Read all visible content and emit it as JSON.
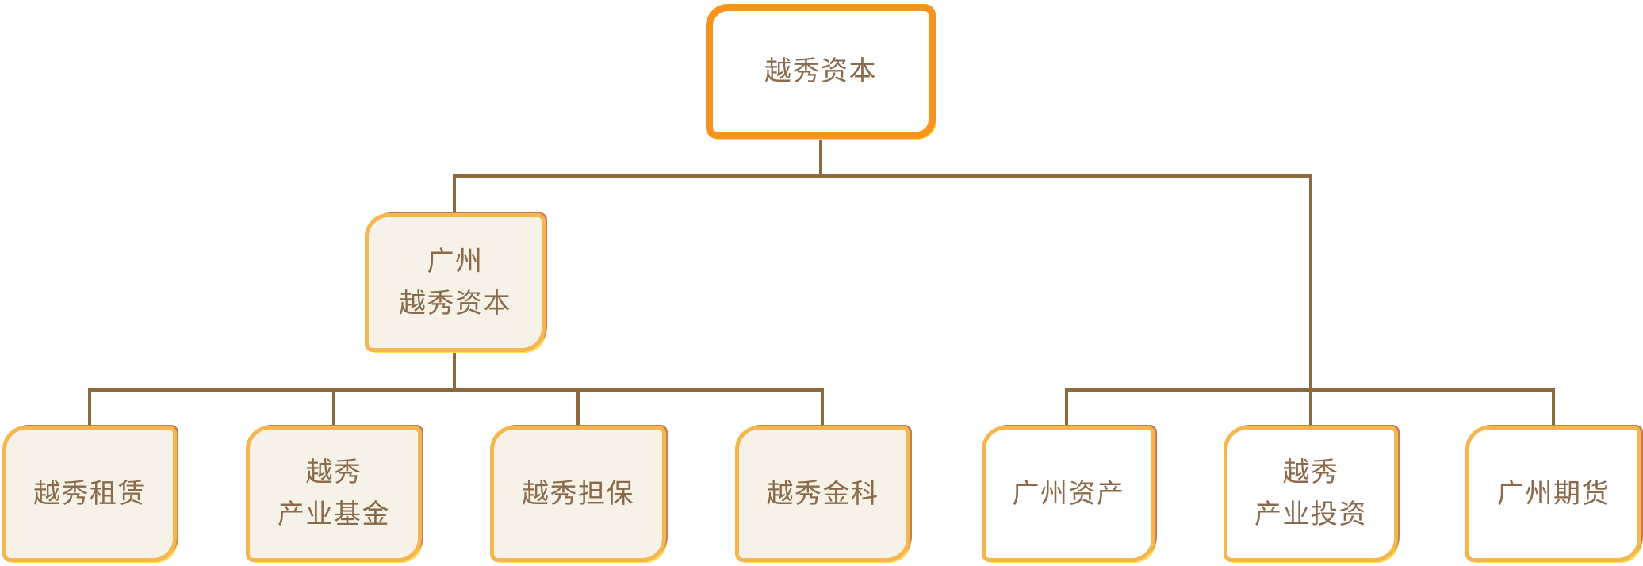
{
  "org_chart": {
    "nodes": {
      "root": {
        "label": "越秀资本"
      },
      "gz_yuexiu_capital": {
        "label": "广州\n越秀资本"
      },
      "yuexiu_leasing": {
        "label": "越秀租赁"
      },
      "yuexiu_industrial_fund": {
        "label": "越秀\n产业基金"
      },
      "yuexiu_guarantee": {
        "label": "越秀担保"
      },
      "yuexiu_fintech": {
        "label": "越秀金科"
      },
      "guangzhou_asset": {
        "label": "广州资产"
      },
      "yuexiu_industrial_investment": {
        "label": "越秀\n产业投资"
      },
      "guangzhou_futures": {
        "label": "广州期货"
      }
    },
    "edges": [
      {
        "from": "root",
        "to": "gz_yuexiu_capital"
      },
      {
        "from": "root",
        "to": "guangzhou_asset"
      },
      {
        "from": "root",
        "to": "yuexiu_industrial_investment"
      },
      {
        "from": "root",
        "to": "guangzhou_futures"
      },
      {
        "from": "gz_yuexiu_capital",
        "to": "yuexiu_leasing"
      },
      {
        "from": "gz_yuexiu_capital",
        "to": "yuexiu_industrial_fund"
      },
      {
        "from": "gz_yuexiu_capital",
        "to": "yuexiu_guarantee"
      },
      {
        "from": "gz_yuexiu_capital",
        "to": "yuexiu_fintech"
      }
    ],
    "colors": {
      "root_border_orange": "#F8941D",
      "node_border_gold": "#F5B54F",
      "sketch_stroke_brown": "#C57E53",
      "sketch_accent_yellow": "#FFE04A",
      "fill_cream": "#F7F2E8",
      "fill_white": "#FFFFFF",
      "text_brown": "#8A6A4B",
      "connector_brown": "#8D6A3D",
      "page_background": "#FFFFFF"
    }
  }
}
